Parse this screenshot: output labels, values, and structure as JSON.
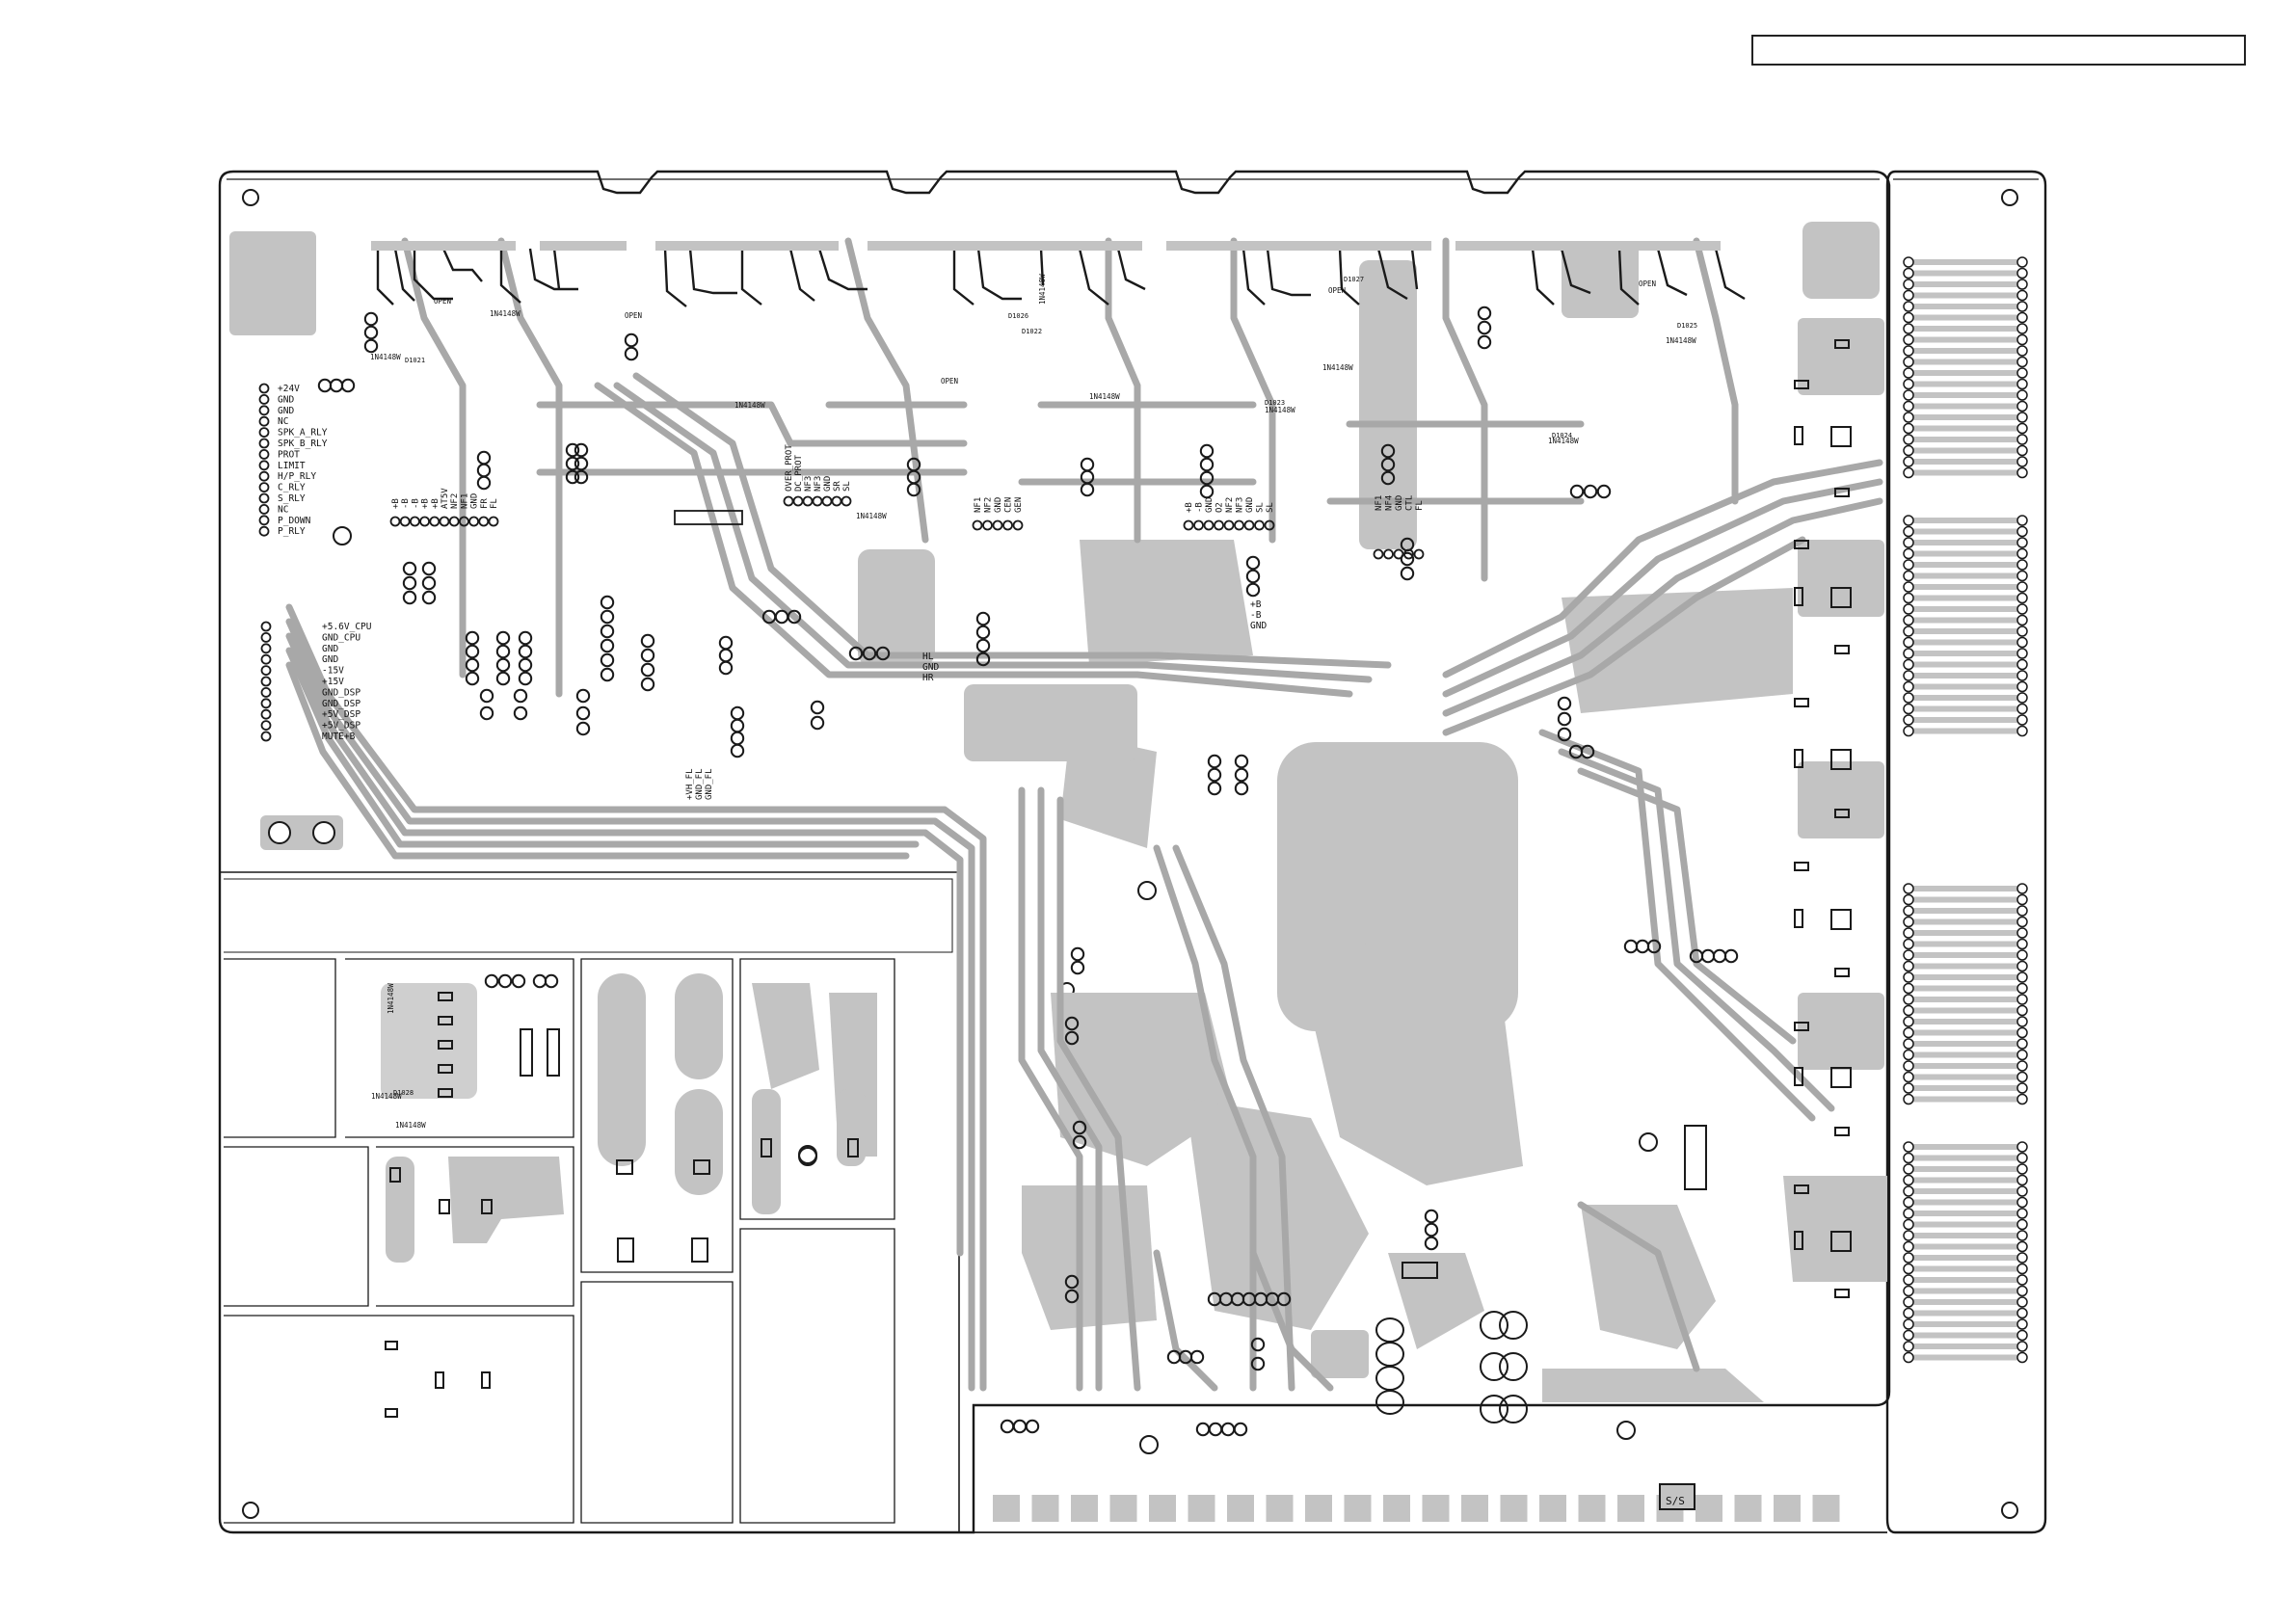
{
  "page": {
    "title_box_text": ""
  },
  "colors": {
    "copper": "#c3c3c3",
    "outline": "#1a1a1a",
    "board": "#ffffff",
    "trace": "#9e9e9e"
  },
  "connector_left_top": {
    "pins": [
      "+24V",
      "GND",
      "GND",
      "NC",
      "SPK_A_RLY",
      "SPK_B_RLY",
      "PROT",
      "LIMIT",
      "H/P_RLY",
      "C_RLY",
      "S_RLY",
      "NC",
      "P_DOWN",
      "P_RLY"
    ]
  },
  "connector_left_mid": {
    "pins": [
      "+5.6V_CPU",
      "GND_CPU",
      "GND",
      "GND",
      "-15V",
      "+15V",
      "GND_DSP",
      "GND_DSP",
      "+5V_DSP",
      "+5V_DSP",
      "MUTE+B"
    ]
  },
  "connector_a": {
    "pins": [
      "+B",
      "-B",
      "-B",
      "+B",
      "+B",
      "AT5V",
      "NF2",
      "NF1",
      "GND",
      "FR",
      "FL"
    ]
  },
  "connector_b": {
    "pins": [
      "OVER_PROT",
      "DC_PROT",
      "NF3",
      "NF3",
      "GND",
      "SR",
      "SL"
    ]
  },
  "connector_c": {
    "pins": [
      "NF1",
      "NF2",
      "GND",
      "CEN",
      "GEN"
    ]
  },
  "connector_d": {
    "pins": [
      "+B",
      "-B",
      "GND",
      "O2",
      "NF2",
      "NF3",
      "GND",
      "SL",
      "SL"
    ]
  },
  "connector_e": {
    "pins": [
      "NF1",
      "NF4",
      "GND",
      "CTL",
      "FL"
    ]
  },
  "power_label": {
    "lines": [
      "+B",
      "-B",
      "GND"
    ]
  },
  "hr_label": {
    "lines": [
      "HL",
      "GND",
      "HR"
    ]
  },
  "vfl_label": {
    "lines": [
      "+VH_FL",
      "GND_FL",
      "GND_FL"
    ]
  },
  "diode_labels": [
    "1N4148W",
    "1N4148W",
    "1N4148W",
    "1N4148W",
    "1N4148W",
    "1N4148W",
    "1N4148W",
    "1N4148W",
    "1N4148W",
    "1N4148W",
    "1N4148W",
    "1N4148W",
    "1N4148W"
  ],
  "open_labels": [
    "OPEN",
    "OPEN",
    "OPEN",
    "OPEN",
    "OPEN"
  ],
  "small_refs": [
    "D1021",
    "D1022",
    "D1023",
    "D1024",
    "D1025",
    "D1026",
    "D1027",
    "D1028"
  ],
  "switch_label": "S/S"
}
